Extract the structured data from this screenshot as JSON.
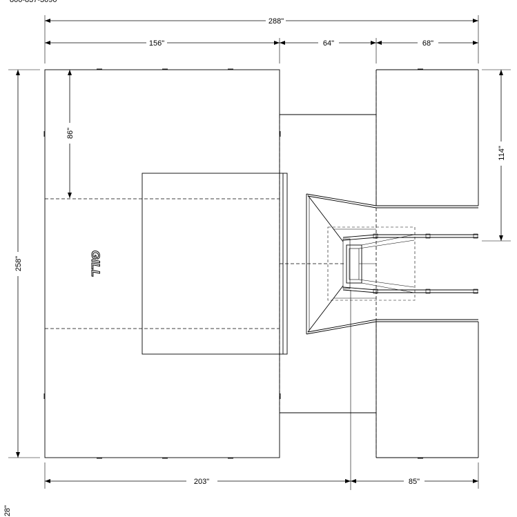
{
  "header": {
    "phone": "800-837-3090"
  },
  "dimensions": {
    "overall_width": "288\"",
    "left_width": "156\"",
    "middle_width": "64\"",
    "right_width": "68\"",
    "left_inset": "86\"",
    "right_height": "114\"",
    "overall_height": "258\"",
    "bottom_left": "203\"",
    "bottom_right": "85\"",
    "lower_note": "28\""
  },
  "logo": {
    "text": "GILL"
  }
}
